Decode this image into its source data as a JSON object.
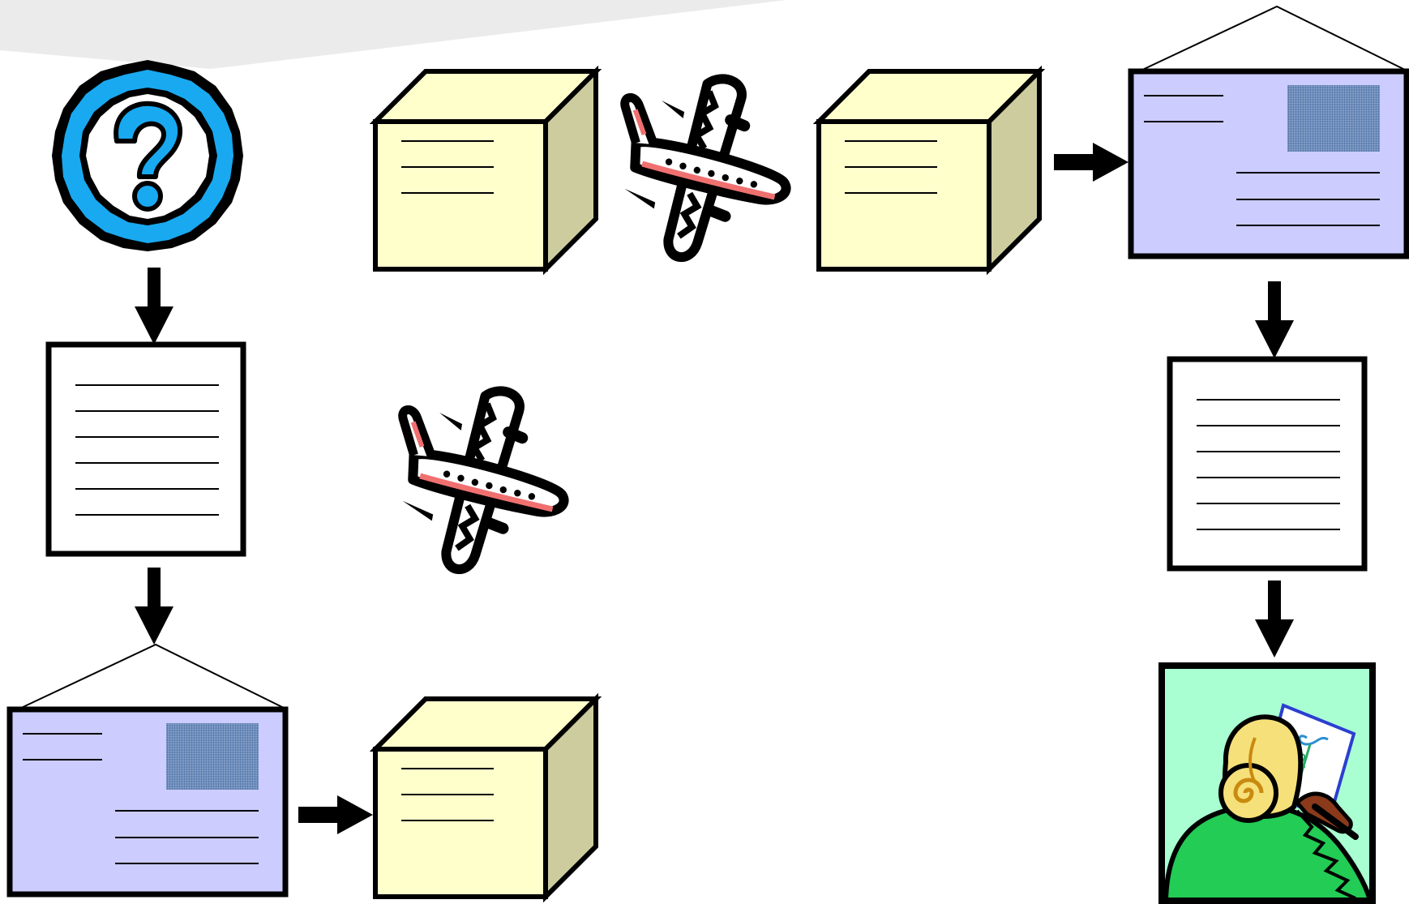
{
  "diagram": {
    "kind": "document shipping flow (wordless clip-art diagram)",
    "colors": {
      "background": "#ffffff",
      "banner": "#ebebeb",
      "outline": "#000000",
      "box_front": "#ffffcc",
      "box_side": "#cccc9f",
      "envelope": "#ccccff",
      "stamp": "#5a7fb0",
      "question_ring": "#19a9f0",
      "doctor_background": "#aaffd2",
      "doctor_body": "#22cc55",
      "doctor_hair": "#f6e07a",
      "airplane_stripe": "#f07070"
    },
    "icons": [
      "question-icon",
      "document-icon",
      "envelope-icon",
      "package-icon",
      "airplane-icon",
      "doctor-writing-icon",
      "arrow-down-icon",
      "arrow-right-icon"
    ],
    "flow": [
      "question",
      "document",
      "envelope",
      "package",
      "airplane",
      "airplane",
      "package",
      "package",
      "envelope",
      "document",
      "doctor"
    ]
  }
}
